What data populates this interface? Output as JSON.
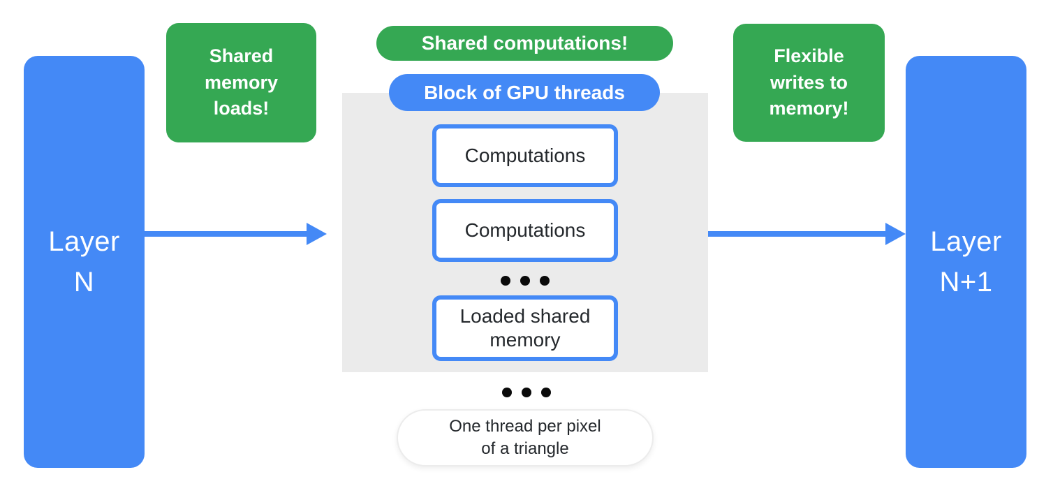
{
  "layers": {
    "left": {
      "label": "Layer\nN"
    },
    "right": {
      "label": "Layer\nN+1"
    }
  },
  "callouts": {
    "shared_memory_loads": "Shared\nmemory\nloads!",
    "shared_computations": "Shared computations!",
    "flexible_writes": "Flexible\nwrites to\nmemory!"
  },
  "gpu_block": {
    "label": "Block of GPU threads",
    "computation_boxes": [
      "Computations",
      "Computations"
    ],
    "loaded_memory_label": "Loaded shared\nmemory"
  },
  "footnote": "One thread per pixel\nof a triangle",
  "colors": {
    "blue": "#4489F6",
    "green": "#35A853",
    "light_gray": "#EBEBEB",
    "text_dark": "#24282C",
    "white": "#FFFFFF"
  }
}
